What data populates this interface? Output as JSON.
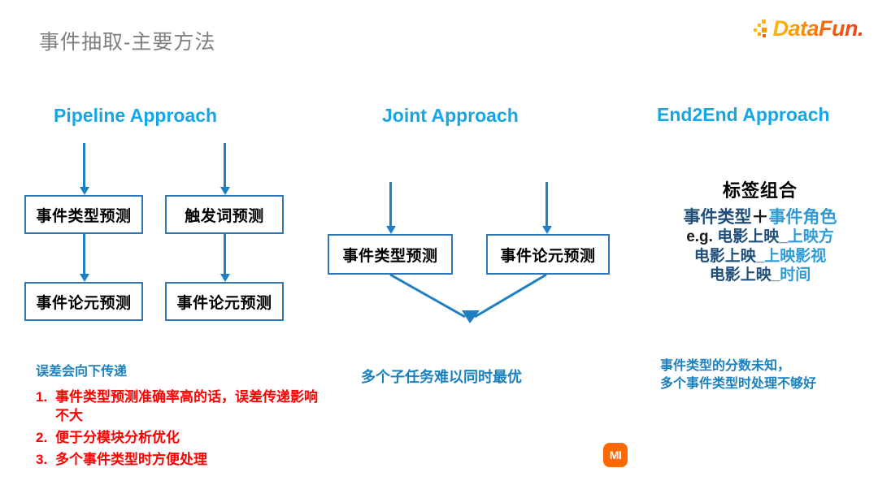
{
  "slide": {
    "title": "事件抽取-主要方法",
    "background": "#ffffff"
  },
  "brand": {
    "name": "DataFun.",
    "logo_icon": "datafun-dots-icon",
    "color_start": "#FDB813",
    "color_end": "#F03A17"
  },
  "colors": {
    "heading_blue": "#16A6E8",
    "box_border": "#2E75B6",
    "arrow_blue": "#1F7FC4",
    "note_blue": "#1B81BE",
    "note_red": "#FF0000",
    "dark_navy": "#1F4E79",
    "light_blue": "#2E9BD6",
    "title_gray": "#7f7f7f"
  },
  "columns": {
    "pipeline": {
      "heading": "Pipeline Approach",
      "boxes": [
        {
          "id": "p1",
          "label": "事件类型预测"
        },
        {
          "id": "p2",
          "label": "触发词预测"
        },
        {
          "id": "p3",
          "label": "事件论元预测"
        },
        {
          "id": "p4",
          "label": "事件论元预测"
        }
      ],
      "note_heading": "误差会向下传递",
      "list": [
        {
          "num": "1.",
          "text": "事件类型预测准确率高的话，误差传递影响不大"
        },
        {
          "num": "2.",
          "text": "便于分模块分析优化"
        },
        {
          "num": "3.",
          "text": "多个事件类型时方便处理"
        }
      ]
    },
    "joint": {
      "heading": "Joint Approach",
      "boxes": [
        {
          "id": "j1",
          "label": "事件类型预测"
        },
        {
          "id": "j2",
          "label": "事件论元预测"
        }
      ],
      "note": "多个子任务难以同时最优"
    },
    "end2end": {
      "heading": "End2End Approach",
      "title": "标签组合",
      "formula": {
        "left": "事件类型",
        "operator": "＋",
        "right": "事件角色"
      },
      "examples": [
        {
          "prefix": "e.g. ",
          "event": "电影上映",
          "sep": "_",
          "role": "上映方"
        },
        {
          "prefix": "",
          "event": "电影上映",
          "sep": "_",
          "role": "上映影视"
        },
        {
          "prefix": "",
          "event": "电影上映",
          "sep": "_",
          "role": "时间"
        }
      ],
      "note_line1": "事件类型的分数未知，",
      "note_line2": "多个事件类型时处理不够好"
    }
  },
  "footer": {
    "xiaomi_logo_icon": "xiaomi-mi-icon",
    "xiaomi_label": "MI",
    "xiaomi_color": "#FF6700"
  }
}
